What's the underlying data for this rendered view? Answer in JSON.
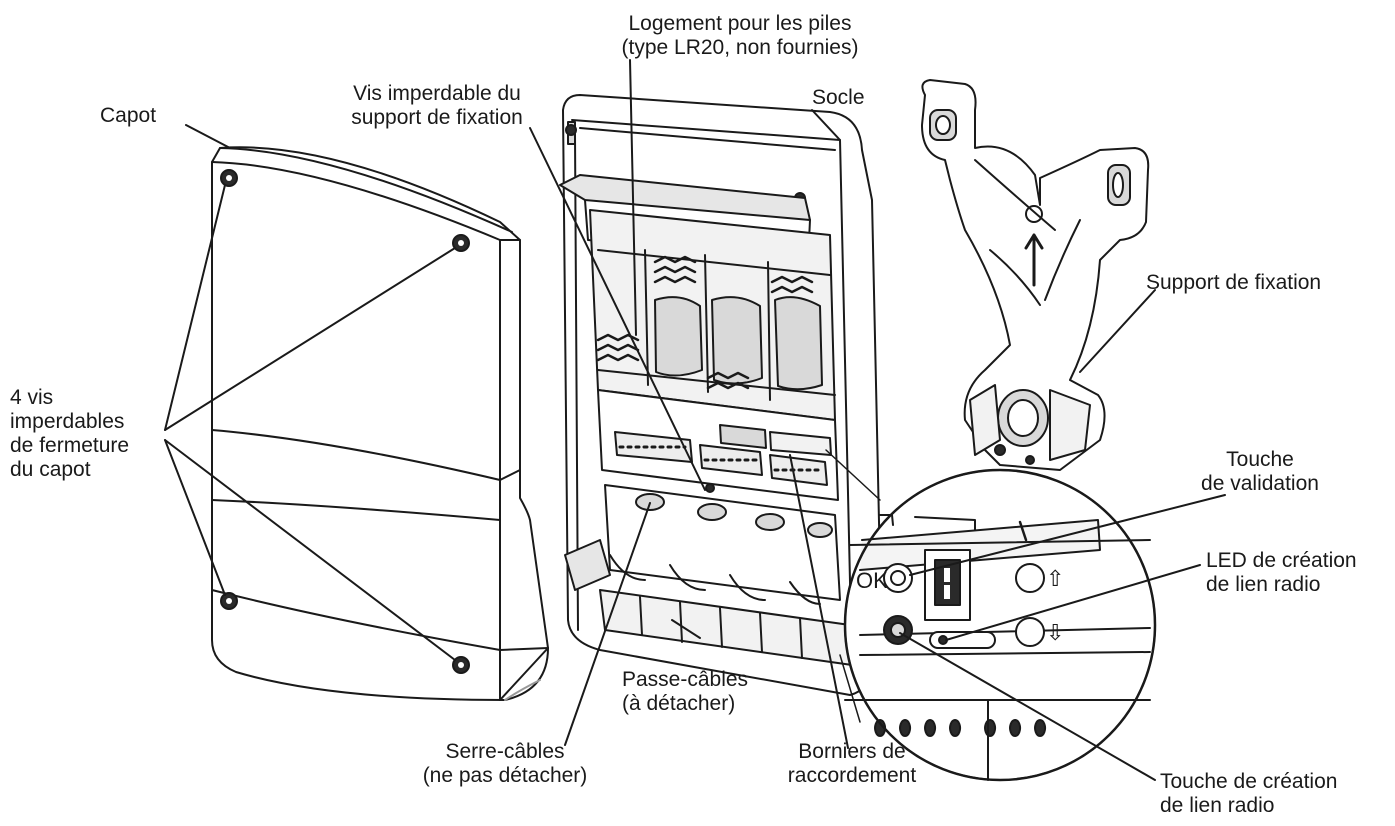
{
  "labels": {
    "capot": [
      "Capot"
    ],
    "vis_fermeture": [
      "4 vis",
      "imperdables",
      "de fermeture",
      "du capot"
    ],
    "vis_support": [
      "Vis imperdable du",
      "support de fixation"
    ],
    "logement_piles": [
      "Logement pour les piles",
      "(type LR20, non fournies)"
    ],
    "socle": [
      "Socle"
    ],
    "support_fixation": [
      "Support de fixation"
    ],
    "touche_validation": [
      "Touche",
      "de validation"
    ],
    "led_creation": [
      "LED de création",
      "de lien radio"
    ],
    "touche_creation": [
      "Touche de création",
      "de lien radio"
    ],
    "passe_cables": [
      "Passe-câbles",
      "(à détacher)"
    ],
    "serre_cables": [
      "Serre-câbles",
      "(ne pas détacher)"
    ],
    "borniers": [
      "Borniers de",
      "raccordement"
    ]
  },
  "detail": {
    "ok_mark": "OK",
    "up_arrow": "⇧",
    "down_arrow": "⇩"
  },
  "colors": {
    "line": "#1a1a1a",
    "shade": "#d9d9d9",
    "fill": "#ffffff"
  }
}
